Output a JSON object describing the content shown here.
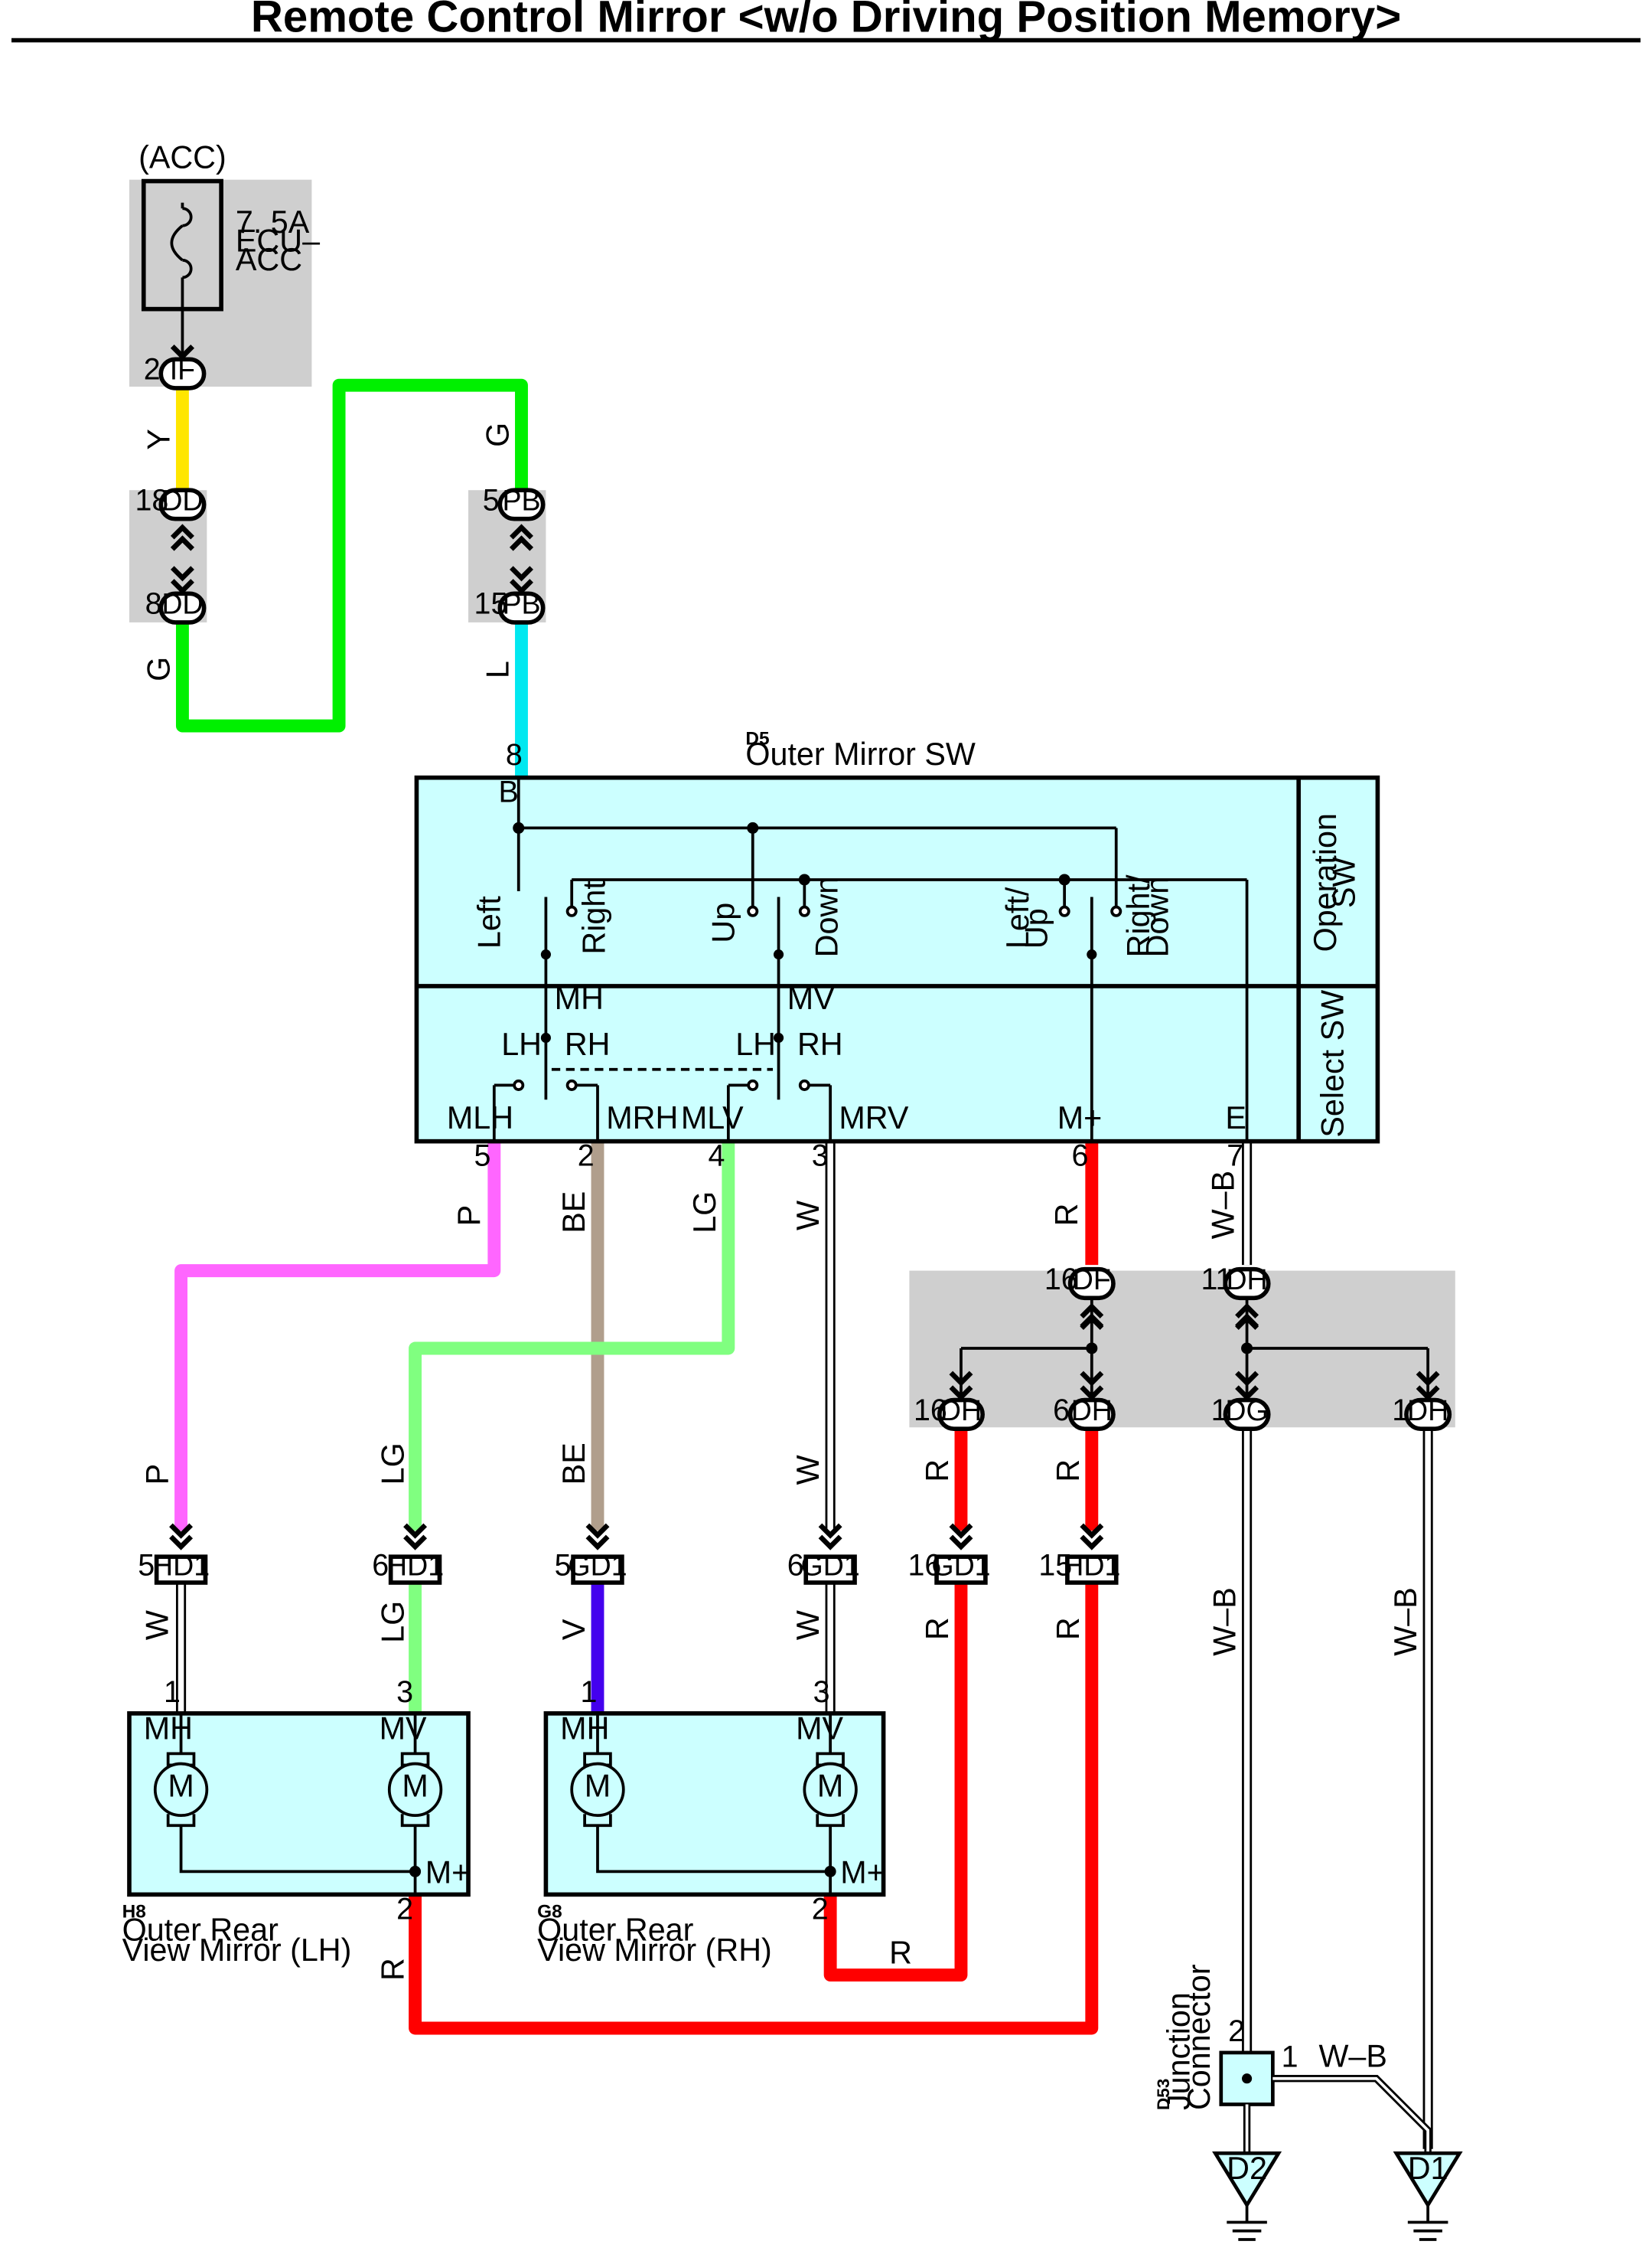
{
  "title": "Remote Control Mirror <w/o Driving Position Memory>",
  "fuse": {
    "supply": "(ACC)",
    "rating": "7. 5A",
    "name_l1": "ECU–",
    "name_l2": "ACC",
    "pin": "2",
    "conn": "IF"
  },
  "wire_colors": {
    "Y": "#ffe600",
    "G": "#00f000",
    "L": "#00e8f0",
    "P": "#ff66ff",
    "BE": "#b09e8c",
    "LG": "#80ff80",
    "W": "#ffffff",
    "R": "#ff0000",
    "V": "#4400ee",
    "W-B": "#ffffff"
  },
  "junction_dd": {
    "pin_top": "18",
    "pin_bot": "8",
    "conn": "DD"
  },
  "junction_pb": {
    "pin_top": "5",
    "pin_bot": "15",
    "conn": "PB"
  },
  "wire_labels": {
    "y": "Y",
    "g1": "G",
    "g2": "G",
    "l": "L",
    "p1": "P",
    "be1": "BE",
    "lg1": "LG",
    "w1": "W",
    "r1": "R",
    "wb1": "W–B",
    "p2": "P",
    "lg2": "LG",
    "be2": "BE",
    "w2": "W",
    "r2": "R",
    "r3": "R",
    "w3": "W",
    "lg3": "LG",
    "v": "V",
    "w4": "W",
    "r4": "R",
    "r5": "R",
    "wb2": "W–B",
    "wb3": "W–B",
    "r6": "R",
    "r7": "R",
    "wb4": "W–B"
  },
  "switch": {
    "code": "D5",
    "name": "Outer Mirror SW",
    "op_label": [
      "Operation",
      "SW"
    ],
    "sel_label": "Select SW",
    "top_pin": "8",
    "b": "B",
    "contacts": {
      "left": "Left",
      "right": "Right",
      "up": "Up",
      "down": "Down",
      "left_up": [
        "Left/",
        "Up"
      ],
      "right_down": [
        "Right/",
        "Down"
      ]
    },
    "mh": "MH",
    "mv": "MV",
    "lh1": "LH",
    "rh1": "RH",
    "lh2": "LH",
    "rh2": "RH",
    "terminals": [
      "MLH",
      "MRH",
      "MLV",
      "MRV",
      "M+",
      "E"
    ],
    "pins": [
      "5",
      "2",
      "4",
      "3",
      "6",
      "7"
    ]
  },
  "junction_block": {
    "top": [
      {
        "pin": "16",
        "conn": "DF"
      },
      {
        "pin": "11",
        "conn": "DH"
      }
    ],
    "bottom": [
      {
        "pin": "16",
        "conn": "DH"
      },
      {
        "pin": "6",
        "conn": "DH"
      },
      {
        "pin": "1",
        "conn": "DG"
      },
      {
        "pin": "1",
        "conn": "DH"
      }
    ]
  },
  "connectors_row": [
    {
      "pin": "5",
      "conn": "HD1"
    },
    {
      "pin": "6",
      "conn": "HD1"
    },
    {
      "pin": "5",
      "conn": "GD1"
    },
    {
      "pin": "6",
      "conn": "GD1"
    },
    {
      "pin": "16",
      "conn": "GD1"
    },
    {
      "pin": "15",
      "conn": "HD1"
    }
  ],
  "mirror_lh": {
    "code": "H8",
    "name_l1": "Outer Rear",
    "name_l2": "View Mirror (LH)",
    "mh": "MH",
    "mv": "MV",
    "m": "M",
    "mplus": "M+",
    "pin1": "1",
    "pin3": "3",
    "pin2": "2"
  },
  "mirror_rh": {
    "code": "G8",
    "name_l1": "Outer Rear",
    "name_l2": "View Mirror (RH)",
    "mh": "MH",
    "mv": "MV",
    "m": "M",
    "mplus": "M+",
    "pin1": "1",
    "pin3": "3",
    "pin2": "2"
  },
  "junction_connector": {
    "code": "D53",
    "name_l1": "Junction",
    "name_l2": "Connector",
    "pin2": "2",
    "pin1": "1",
    "wire": "W–B"
  },
  "grounds": [
    "D2",
    "D1"
  ]
}
